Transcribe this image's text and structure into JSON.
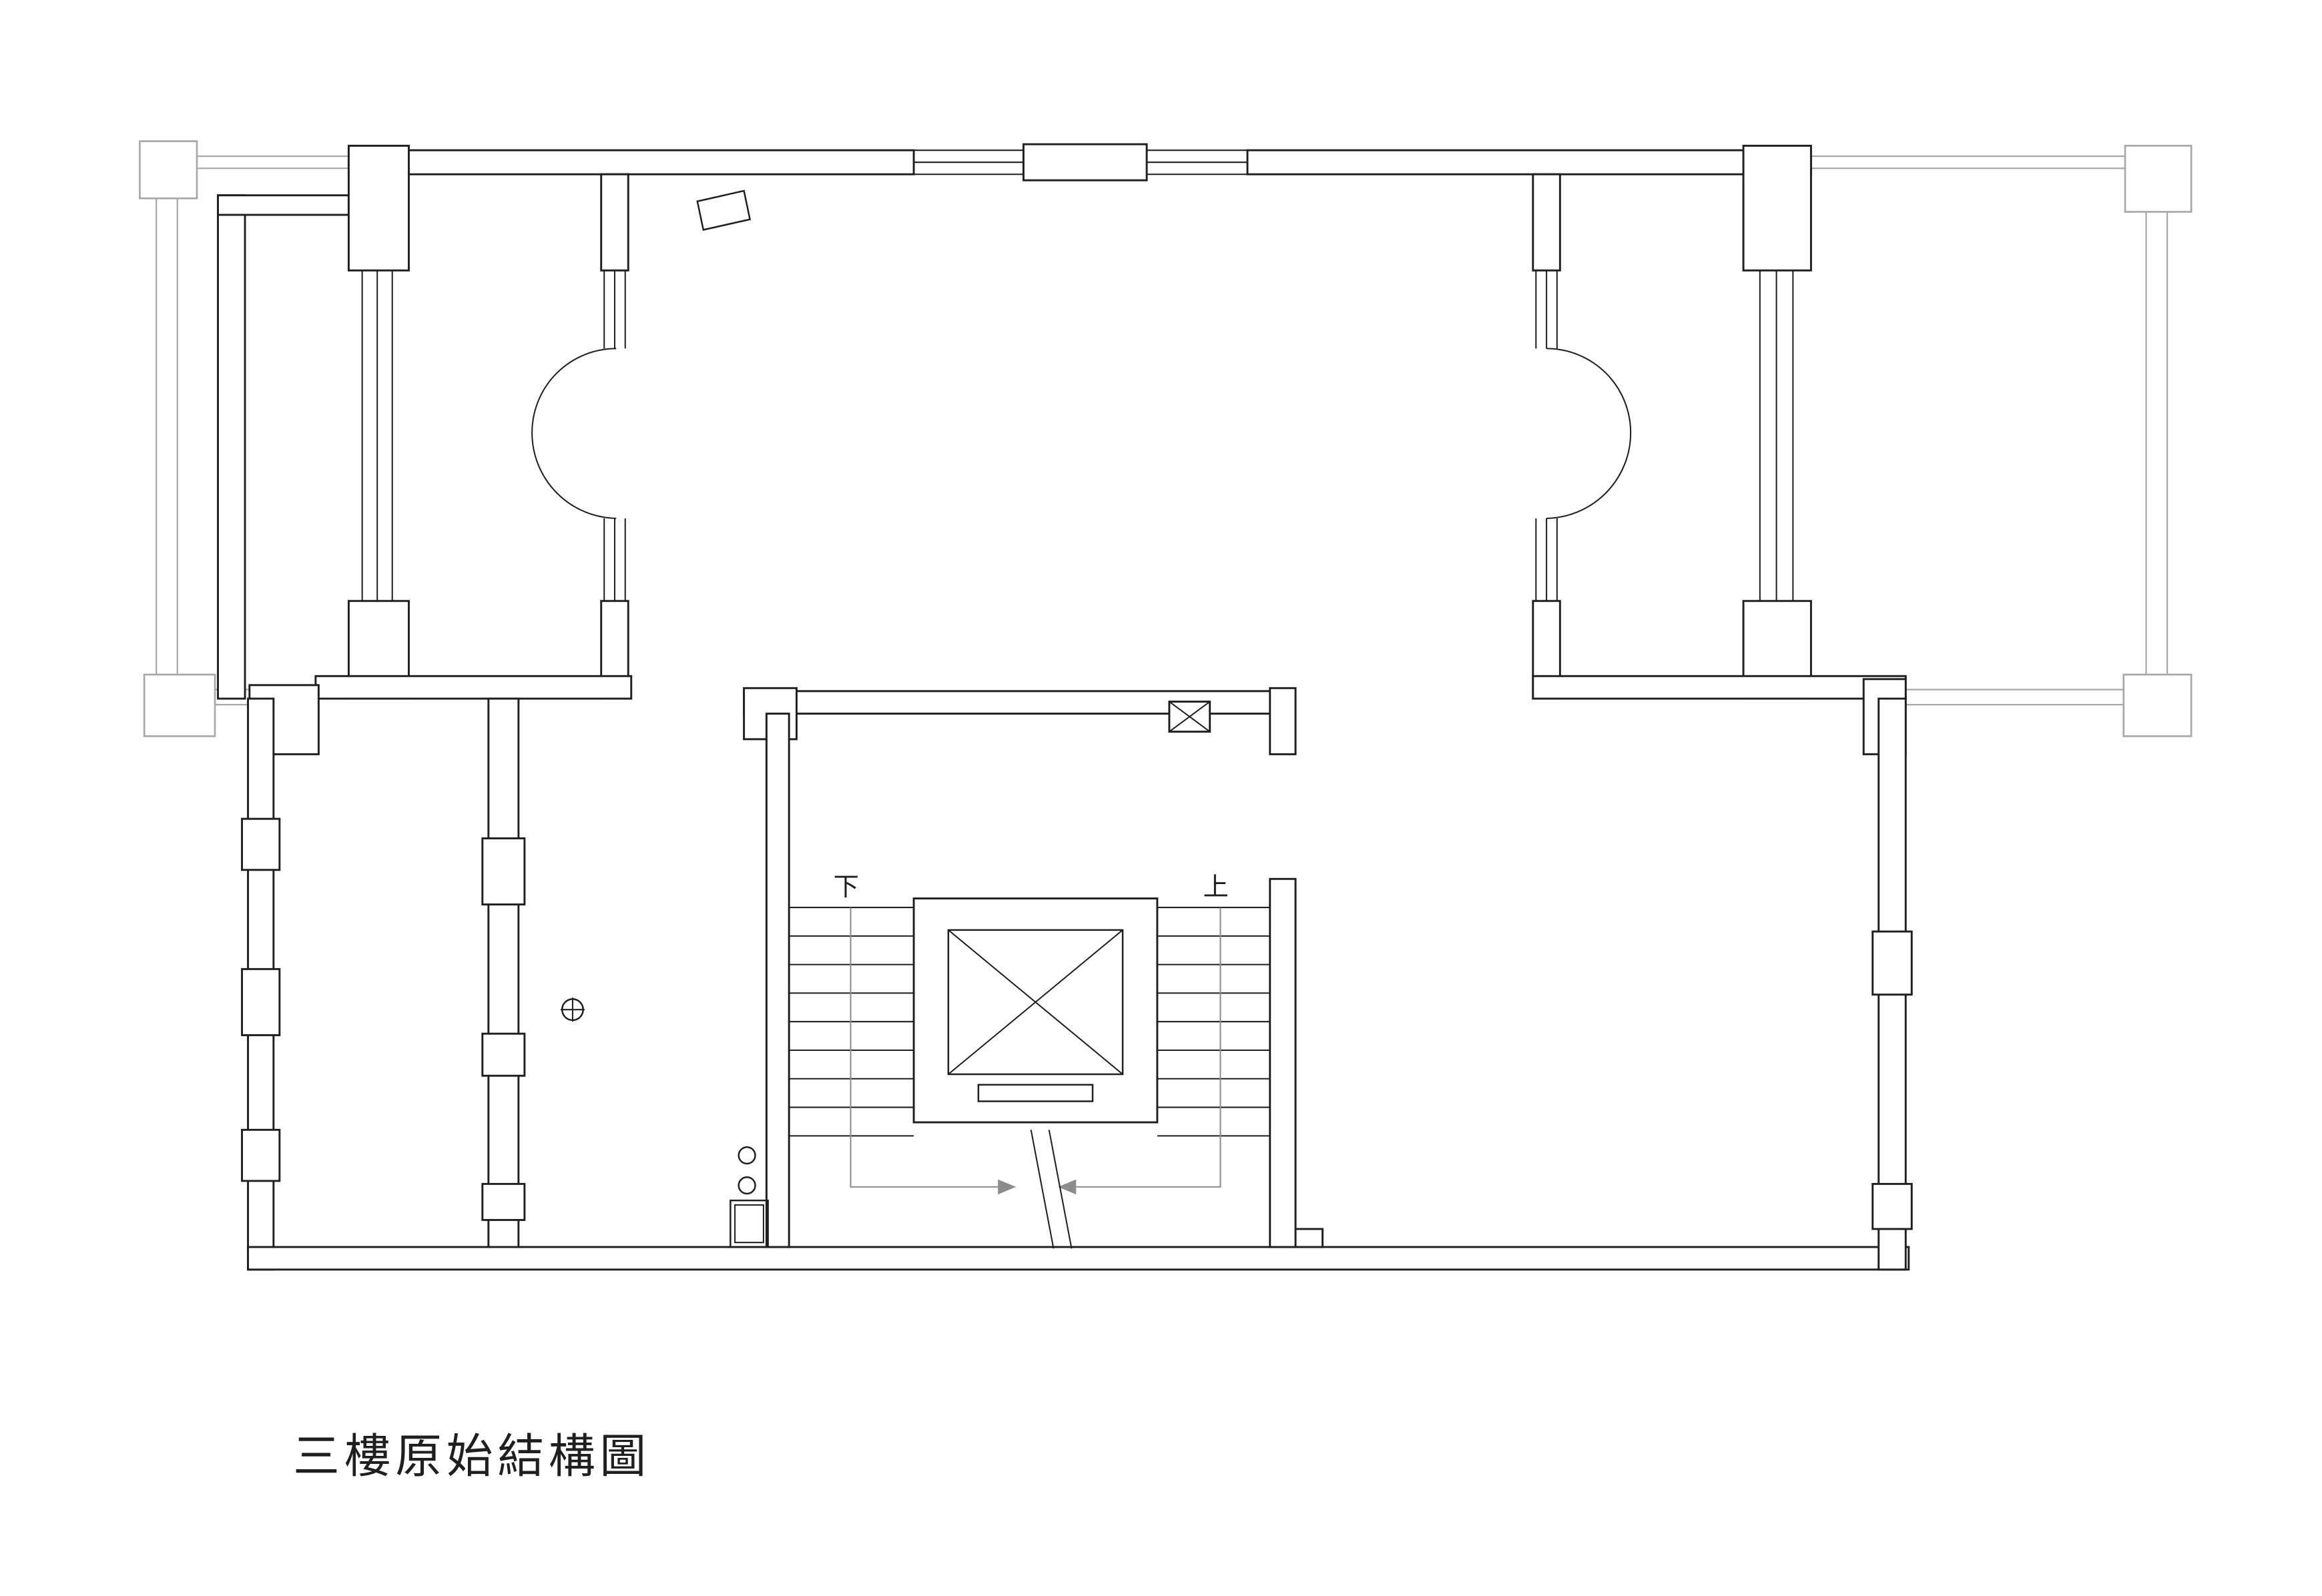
{
  "document": {
    "title": "三樓原始結構圖"
  },
  "plan": {
    "labels": {
      "down": "下",
      "up": "上"
    },
    "colors": {
      "line": "#1f1f1f",
      "grid": "#a8a8a8",
      "bg": "#ffffff",
      "walk": "#8c8c8c"
    }
  }
}
